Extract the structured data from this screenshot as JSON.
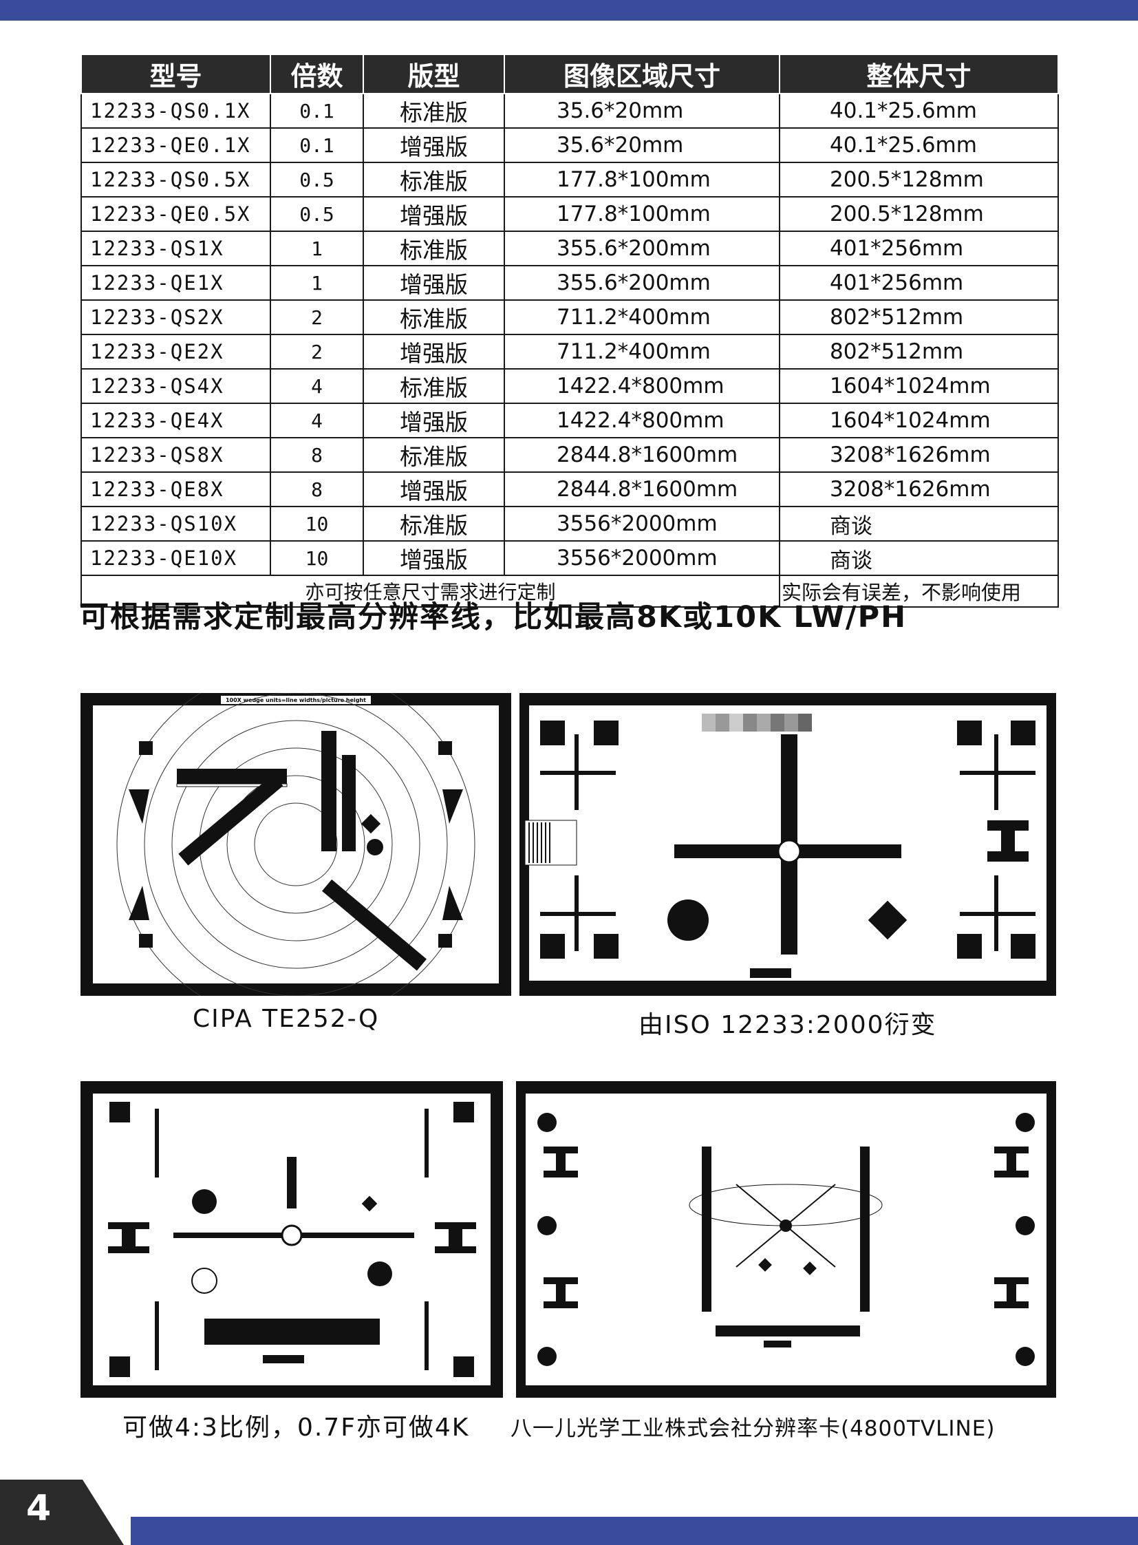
{
  "table": {
    "headers": [
      "型号",
      "倍数",
      "版型",
      "图像区域尺寸",
      "整体尺寸"
    ],
    "rows": [
      {
        "model": "12233-QS0.1X",
        "mult": "0.1",
        "type": "标准版",
        "image": "35.6*20mm",
        "overall": "40.1*25.6mm"
      },
      {
        "model": "12233-QE0.1X",
        "mult": "0.1",
        "type": "增强版",
        "image": "35.6*20mm",
        "overall": "40.1*25.6mm"
      },
      {
        "model": "12233-QS0.5X",
        "mult": "0.5",
        "type": "标准版",
        "image": "177.8*100mm",
        "overall": "200.5*128mm"
      },
      {
        "model": "12233-QE0.5X",
        "mult": "0.5",
        "type": "增强版",
        "image": "177.8*100mm",
        "overall": "200.5*128mm"
      },
      {
        "model": "12233-QS1X",
        "mult": "1",
        "type": "标准版",
        "image": "355.6*200mm",
        "overall": "401*256mm"
      },
      {
        "model": "12233-QE1X",
        "mult": "1",
        "type": "增强版",
        "image": "355.6*200mm",
        "overall": "401*256mm"
      },
      {
        "model": "12233-QS2X",
        "mult": "2",
        "type": "标准版",
        "image": "711.2*400mm",
        "overall": "802*512mm"
      },
      {
        "model": "12233-QE2X",
        "mult": "2",
        "type": "增强版",
        "image": "711.2*400mm",
        "overall": "802*512mm"
      },
      {
        "model": "12233-QS4X",
        "mult": "4",
        "type": "标准版",
        "image": "1422.4*800mm",
        "overall": "1604*1024mm"
      },
      {
        "model": "12233-QE4X",
        "mult": "4",
        "type": "增强版",
        "image": "1422.4*800mm",
        "overall": "1604*1024mm"
      },
      {
        "model": "12233-QS8X",
        "mult": "8",
        "type": "标准版",
        "image": "2844.8*1600mm",
        "overall": "3208*1626mm"
      },
      {
        "model": "12233-QE8X",
        "mult": "8",
        "type": "增强版",
        "image": "2844.8*1600mm",
        "overall": "3208*1626mm"
      },
      {
        "model": "12233-QS10X",
        "mult": "10",
        "type": "标准版",
        "image": "3556*2000mm",
        "overall": "商谈"
      },
      {
        "model": "12233-QE10X",
        "mult": "10",
        "type": "增强版",
        "image": "3556*2000mm",
        "overall": "商谈"
      }
    ],
    "note_left": "亦可按任意尺寸需求进行定制",
    "note_right": "实际会有误差，不影响使用"
  },
  "headline": "可根据需求定制最高分辨率线，比如最高8K或10K LW/PH",
  "charts": {
    "chart1_banner": "100X wedge units=line widths/picture height",
    "chart1_caption": "CIPA TE252-Q",
    "chart2_caption": "由ISO 12233:2000衍变",
    "chart3_caption": "可做4:3比例，0.7F亦可做4K",
    "chart4_caption": "八一儿光学工业株式会社分辨率卡(4800TVLINE)"
  },
  "page_number": "4",
  "colors": {
    "accent": "#3a4a9c",
    "dark": "#2b2b2b"
  }
}
